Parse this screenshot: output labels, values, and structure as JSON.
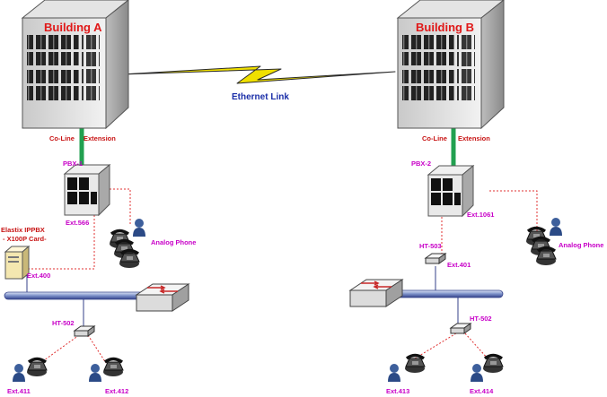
{
  "buildings": {
    "a": {
      "title": "Building A",
      "coline": "Co-Line",
      "extension": "Extension"
    },
    "b": {
      "title": "Building B",
      "coline": "Co-Line",
      "extension": "Extension"
    }
  },
  "link": {
    "label": "Ethernet Link"
  },
  "left": {
    "pbx": "PBX-1",
    "pbx_ext": "Ext.566",
    "elastix_line1": "Elastix IPPBX",
    "elastix_line2": "- X100P Card-",
    "elastix_ext": "Ext.400",
    "analog_phone": "Analog Phone",
    "ht": "HT-502",
    "ext_a": "Ext.411",
    "ext_b": "Ext.412"
  },
  "right": {
    "pbx": "PBX-2",
    "pbx_ext": "Ext.1061",
    "ht_top": "HT-503",
    "ht_top_ext": "Ext.401",
    "analog_phone": "Analog Phone",
    "ht": "HT-502",
    "ext_a": "Ext.413",
    "ext_b": "Ext.414"
  },
  "colors": {
    "building_label": "#e01818",
    "extension_label": "#c800c8",
    "link_label": "#1a2ea8",
    "lightning": "#f0e000",
    "trunk": "#22a050",
    "dotted": "#e03030"
  }
}
